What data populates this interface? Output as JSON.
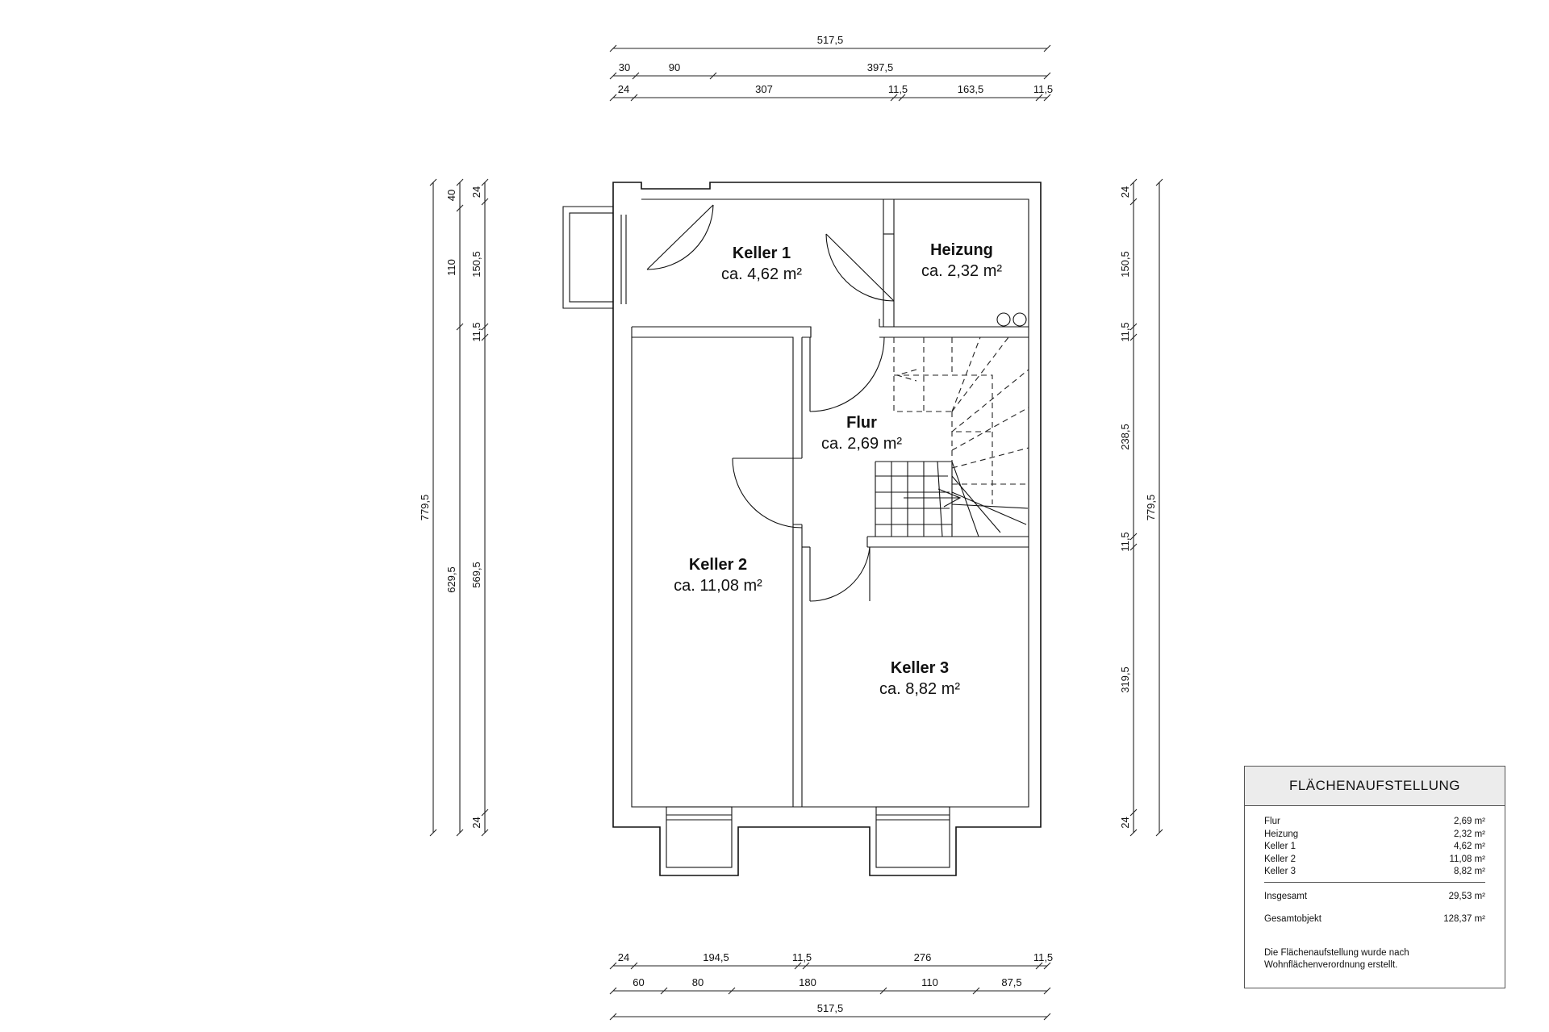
{
  "rooms": {
    "keller1": {
      "name": "Keller 1",
      "area": "ca. 4,62 m²"
    },
    "heizung": {
      "name": "Heizung",
      "area": "ca. 2,32 m²"
    },
    "flur": {
      "name": "Flur",
      "area": "ca. 2,69 m²"
    },
    "keller2": {
      "name": "Keller 2",
      "area": "ca. 11,08 m²"
    },
    "keller3": {
      "name": "Keller 3",
      "area": "ca. 8,82 m²"
    }
  },
  "dimensions": {
    "top": {
      "overall": "517,5",
      "row2": [
        "30",
        "90",
        "397,5"
      ],
      "row3": [
        "24",
        "307",
        "11,5",
        "163,5",
        "11,5"
      ]
    },
    "bottom": {
      "row1": [
        "24",
        "194,5",
        "11,5",
        "276",
        "11,5"
      ],
      "row2": [
        "60",
        "80",
        "180",
        "110",
        "87,5"
      ],
      "overall": "517,5"
    },
    "left": {
      "overall": "779,5",
      "col2": [
        "40",
        "110",
        "629,5"
      ],
      "col3": [
        "24",
        "150,5",
        "11,5",
        "569,5",
        "24"
      ]
    },
    "right": {
      "col1": [
        "24",
        "150,5",
        "11,5",
        "238,5",
        "11,5",
        "319,5",
        "24"
      ],
      "overall": "779,5"
    }
  },
  "area_table": {
    "title": "FLÄCHENAUFSTELLUNG",
    "rows": [
      {
        "label": "Flur",
        "value": "2,69 m²"
      },
      {
        "label": "Heizung",
        "value": "2,32 m²"
      },
      {
        "label": "Keller 1",
        "value": "4,62 m²"
      },
      {
        "label": "Keller 2",
        "value": "11,08 m²"
      },
      {
        "label": "Keller 3",
        "value": "8,82 m²"
      }
    ],
    "total": {
      "label": "Insgesamt",
      "value": "29,53 m²"
    },
    "object": {
      "label": "Gesamtobjekt",
      "value": "128,37 m²"
    },
    "note": "Die Flächenaufstellung wurde nach\nWohnflächenverordnung erstellt."
  }
}
